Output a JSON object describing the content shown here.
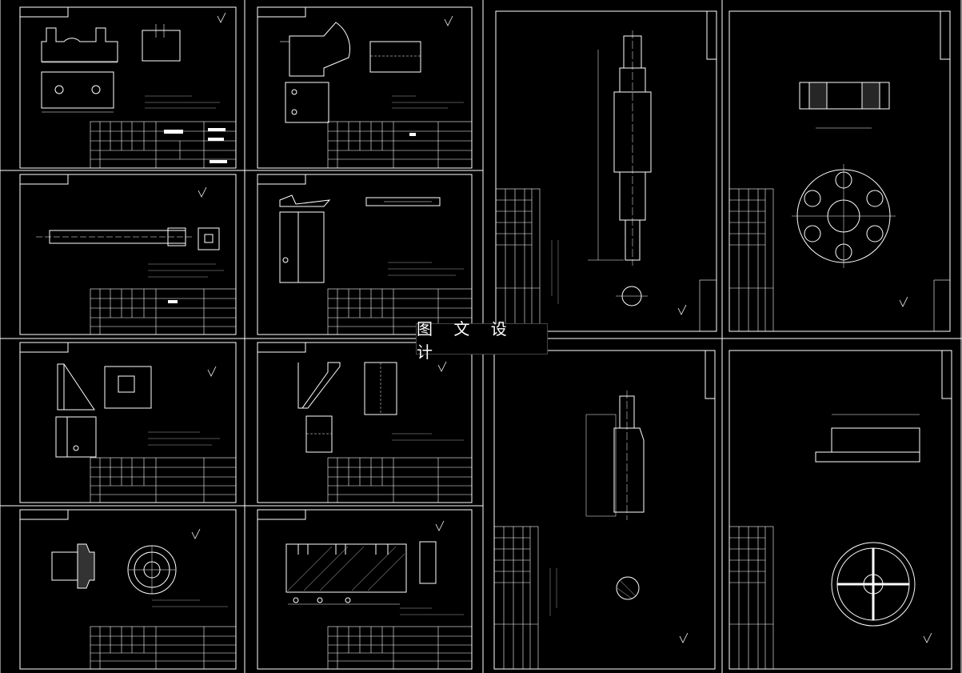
{
  "watermark": {
    "text": "图 文 设 计"
  },
  "colors": {
    "background": "#000000",
    "line": "#ffffff",
    "dim": "#cfcfcf"
  },
  "sheets": [
    {
      "id": "bracket-block",
      "title_block": true
    },
    {
      "id": "angle-cutter",
      "title_block": true
    },
    {
      "id": "long-shaft",
      "title_block": true
    },
    {
      "id": "clamp-plate",
      "title_block": true
    },
    {
      "id": "triangle-support",
      "title_block": true
    },
    {
      "id": "angle-bracket",
      "title_block": true
    },
    {
      "id": "gear-pulley",
      "title_block": true
    },
    {
      "id": "cutter-block",
      "title_block": true
    },
    {
      "id": "main-shaft",
      "title_block": true
    },
    {
      "id": "flange-disk",
      "title_block": true
    },
    {
      "id": "stub-shaft",
      "title_block": true
    },
    {
      "id": "wheel",
      "title_block": true
    }
  ]
}
